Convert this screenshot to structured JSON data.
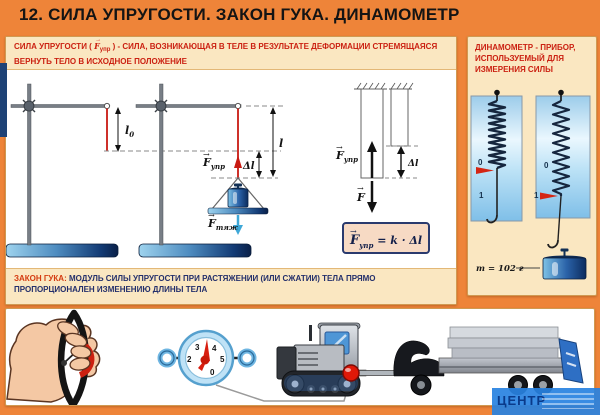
{
  "title": "12. СИЛА УПРУГОСТИ. ЗАКОН ГУКА. ДИНАМОМЕТР",
  "sym": {
    "vec": "→"
  },
  "elastic_def": {
    "term": "СИЛА УПРУГОСТИ (",
    "f": "F",
    "f_sub": "упр",
    "close": ") - ",
    "body": "СИЛА, ВОЗНИКАЮЩАЯ В ТЕЛЕ В РЕЗУЛЬТАТЕ ДЕФОРМАЦИИ СТРЕМЯЩАЯСЯ ВЕРНУТЬ ТЕЛО В ИСХОДНОЕ ПОЛОЖЕНИЕ"
  },
  "hooke_law": {
    "term": "ЗАКОН ГУКА:",
    "body": "МОДУЛЬ СИЛЫ УПРУГОСТИ ПРИ РАСТЯЖЕНИИ (ИЛИ СЖАТИИ) ТЕЛА ПРЯМО ПРОПОРЦИОНАЛЕН ИЗМЕНЕНИЮ ДЛИНЫ ТЕЛА"
  },
  "dynamometer_def": "ДИНАМОМЕТР - ПРИБОР, ИСПОЛЬЗУЕМЫЙ ДЛЯ ИЗМЕРЕНИЯ СИЛЫ",
  "stand_diagram": {
    "l0": "l",
    "l0_sub": "0",
    "l": "l",
    "delta_l": "Δl",
    "f_upr": "F",
    "f_upr_sub": "упр",
    "f_tyazh": "F",
    "f_tyazh_sub": "тяж"
  },
  "rod_diagram": {
    "f_upr": "F",
    "f_upr_sub": "упр",
    "f": "F",
    "delta_l": "Δl"
  },
  "formula": {
    "f": "F",
    "sub": "упр",
    "rest": " = k · Δl"
  },
  "dynamometers": {
    "left_scale_zero": "0",
    "left_scale_one": "1",
    "right_scale_zero": "0",
    "right_scale_one": "1",
    "mass_label": "m = 102 г"
  },
  "gauge_dial": {
    "n0": "0",
    "n2": "2",
    "n3": "3",
    "n4": "4",
    "n5": "5"
  },
  "logo": "ЦЕНТР",
  "colors": {
    "frame_orange": "#ee8439",
    "panel_cream": "#fae7c1",
    "accent_red": "#cb2112",
    "navy_text": "#232f6b",
    "spring_red": "#c81a12",
    "steel_blue": "#2e6fc4"
  }
}
